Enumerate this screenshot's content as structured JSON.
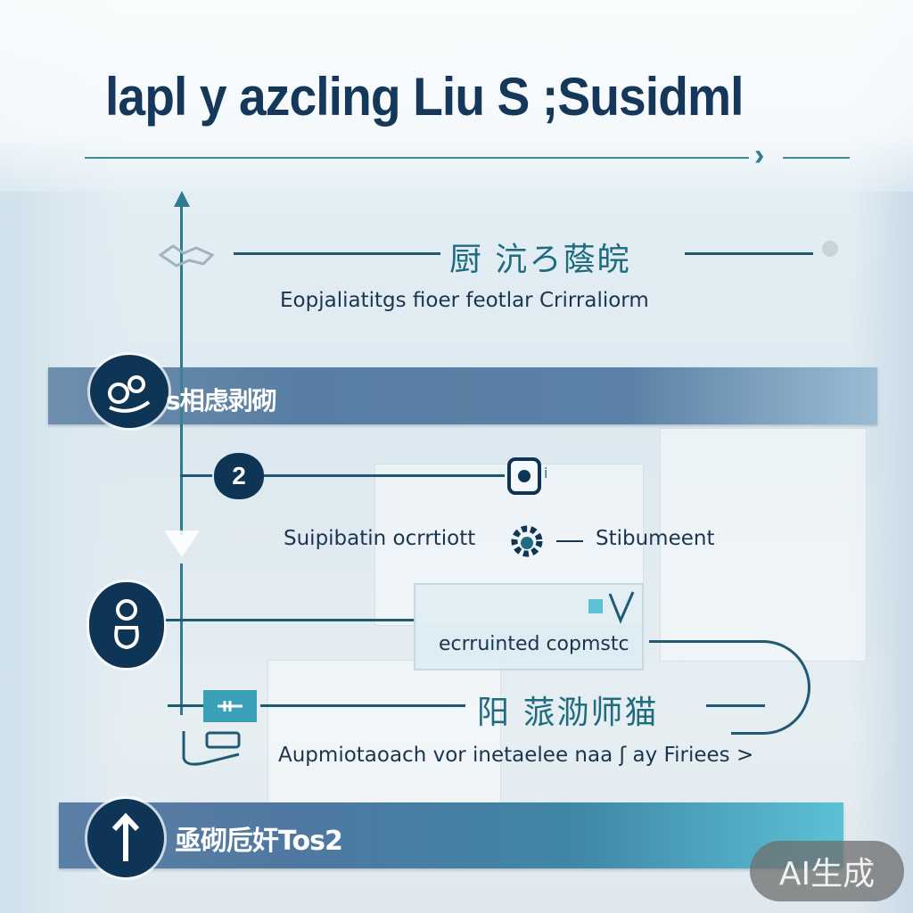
{
  "header": {
    "title": "lapl y azcling Liu S ;Susidml",
    "chevron": "›"
  },
  "steps": [
    {
      "id": "step-1",
      "cjk_heading": "厨 沆ろ蔭皖",
      "subtitle": "Eopjaliatitgs fioer feotlar Crirraliorm"
    },
    {
      "id": "band-1",
      "band_label": "s相虑剥砌"
    },
    {
      "id": "step-2",
      "number": "2",
      "left_text": "Suipibatin ocrrtiott",
      "right_text": "Stibumeent"
    },
    {
      "id": "step-3",
      "panel_text": "ecrruinted copmstc"
    },
    {
      "id": "step-4",
      "cjk_heading": "阳 蒎泐师猫",
      "subtitle": "Aupmiotaoach vor inetaelee naa ʃ ay Firiees >"
    },
    {
      "id": "band-2",
      "band_label": "亟砌卮奸Tos2"
    }
  ],
  "icons": {
    "band_1_badge": "gear-cluster-icon",
    "step_2_badge": "number-badge",
    "step_2_top_icon": "device-icon",
    "step_2_center_icon": "gear-icon",
    "step_3_badge": "person-icon",
    "step_4_icon": "monitor-icon",
    "step_4_sub_icon": "keyboard-icon",
    "band_2_badge": "upload-arrow-icon"
  },
  "watermark": {
    "label": "AI生成"
  },
  "colors": {
    "title": "#15385a",
    "accent_teal": "#2a7c8e",
    "line_dark": "#1f5a72",
    "badge_navy": "#0f3556",
    "band_blue": "#587ea3",
    "band_cyan": "#5cc1d4"
  }
}
